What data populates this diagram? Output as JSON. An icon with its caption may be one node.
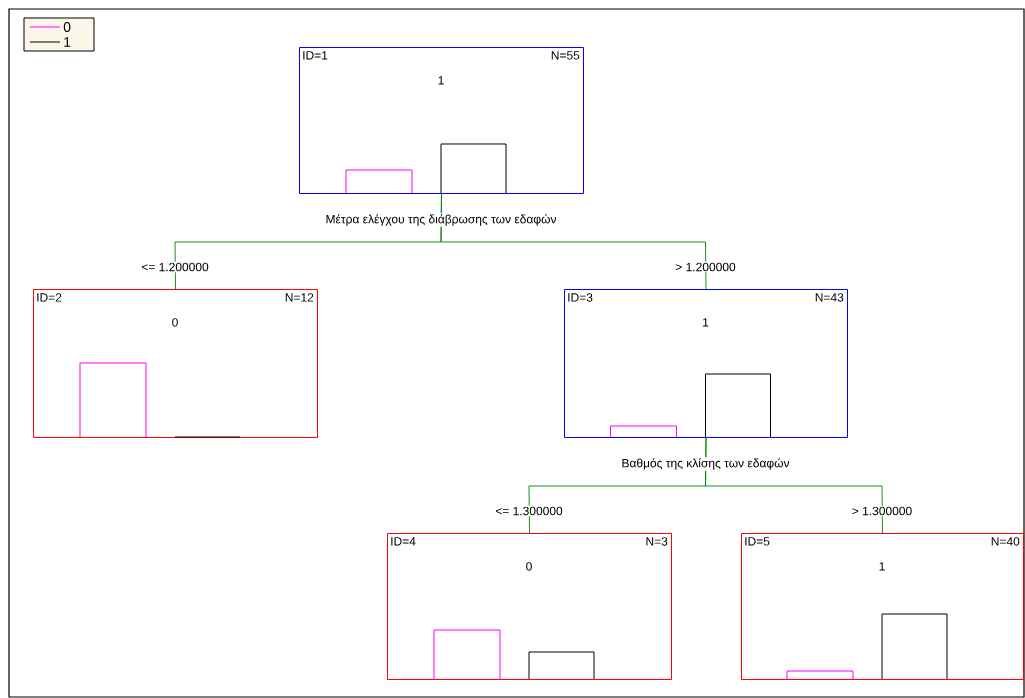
{
  "diagram": {
    "nodes": [
      {
        "text": [
          "ID=1",
          "N=55",
          "1"
        ]
      },
      {
        "text": [
          "ID=2",
          "N=12",
          "0"
        ]
      },
      {
        "text": [
          "ID=3",
          "N=43",
          "1"
        ]
      },
      {
        "text": [
          "ID=4",
          "N=3",
          "0"
        ]
      },
      {
        "text": [
          "ID=5",
          "N=40",
          "1"
        ]
      }
    ],
    "edges": [
      {
        "from": 0,
        "to": 1,
        "arrow": "none",
        "label": "<= 1.200000"
      },
      {
        "from": 0,
        "to": 2,
        "arrow": "none",
        "label": "> 1.200000"
      },
      {
        "from": 2,
        "to": 3,
        "arrow": "none",
        "label": "<= 1.300000"
      },
      {
        "from": 2,
        "to": 4,
        "arrow": "none",
        "label": "> 1.300000"
      }
    ],
    "labels": [
      "Μέτρα ελέγχου της διάβρωσης των εδαφών",
      "Βαθμός της κλίσης των εδαφών"
    ],
    "legend": [
      {
        "text": "0"
      },
      {
        "text": "1"
      }
    ]
  }
}
